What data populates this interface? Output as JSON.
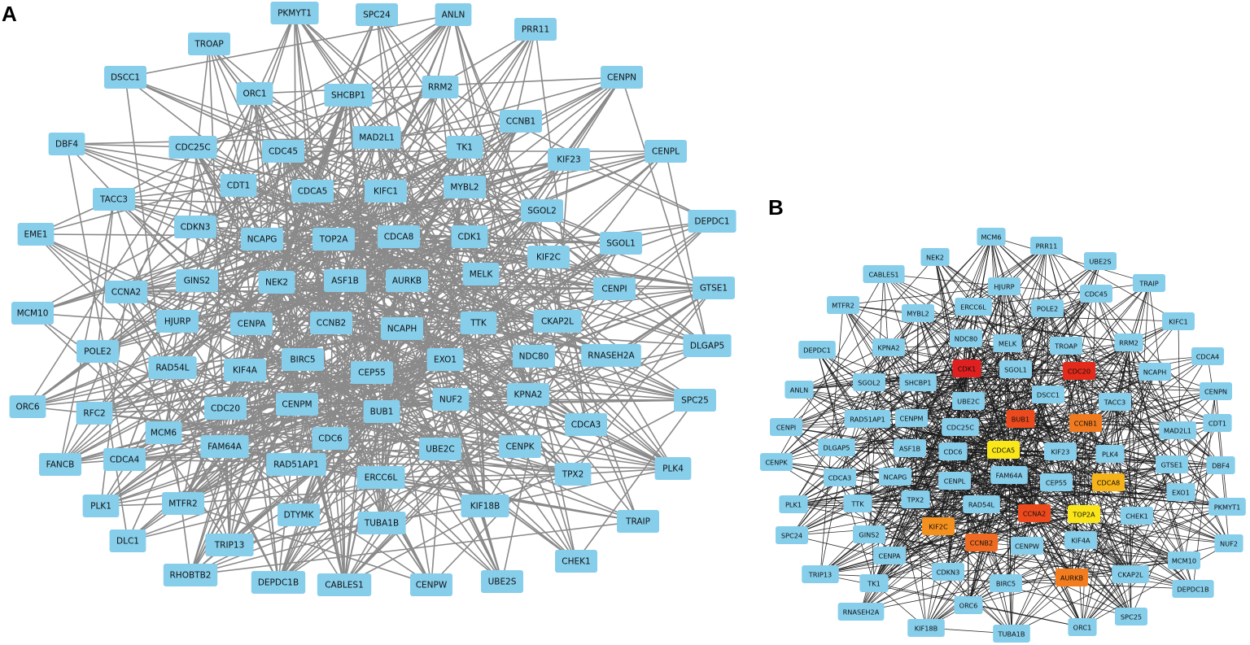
{
  "panels": [
    {
      "label": "A",
      "node_color": "#87CEEB",
      "edge_color": "#8a8a8a",
      "nodes": [
        "PKMYT1",
        "SPC24",
        "ANLN",
        "PRR11",
        "TROAP",
        "DSCC1",
        "ORC1",
        "SHCBP1",
        "RRM2",
        "CENPN",
        "CCNB1",
        "MAD2L1",
        "DBF4",
        "CDC25C",
        "CDC45",
        "TK1",
        "CENPL",
        "KIF23",
        "CDT1",
        "CDCA5",
        "KIFC1",
        "MYBL2",
        "TACC3",
        "SGOL2",
        "DEPDC1",
        "EME1",
        "CDKN3",
        "NCAPG",
        "TOP2A",
        "CDCA8",
        "CDK1",
        "SGOL1",
        "KIF2C",
        "GINS2",
        "NEK2",
        "ASF1B",
        "AURKB",
        "MELK",
        "CCNA2",
        "GTSE1",
        "CENPI",
        "MCM10",
        "HJURP",
        "CENPA",
        "CCNB2",
        "NCAPH",
        "TTK",
        "CKAP2L",
        "DLGAP5",
        "POLE2",
        "RNASEH2A",
        "NDC80",
        "RAD54L",
        "KIF4A",
        "BIRC5",
        "CEP55",
        "EXO1",
        "ORC6",
        "SPC25",
        "RFC2",
        "CENPM",
        "NUF2",
        "KPNA2",
        "BUB1",
        "CDC20",
        "CDCA3",
        "MCM6",
        "FAM64A",
        "CDC6",
        "UBE2C",
        "CENPK",
        "FANCB",
        "CDCA4",
        "PLK4",
        "RAD51AP1",
        "TPX2",
        "ERCC6L",
        "PLK1",
        "MTFR2",
        "KIF18B",
        "TRAIP",
        "DTYMK",
        "TUBA1B",
        "DLC1",
        "TRIP13",
        "CHEK1",
        "RHOBTB2",
        "DEPDC1B",
        "CABLES1",
        "CENPW",
        "UBE2S"
      ]
    },
    {
      "label": "B",
      "node_color": "#87CEEB",
      "edge_color": "#1a1a1a",
      "hub_colors": {
        "CDK1": "#e02020",
        "CDC20": "#e42a1a",
        "BUB1": "#ea4a1e",
        "CCNA2": "#ec4a1c",
        "CCNB2": "#ef6a22",
        "CCNB1": "#f07a1f",
        "AURKB": "#f27c1e",
        "KIF2C": "#f4901e",
        "CDCA8": "#f7b41a",
        "CDCA5": "#fae71a",
        "TOP2A": "#fae41a"
      },
      "nodes": [
        "MCM6",
        "NEK2",
        "PRR11",
        "UBE2S",
        "CABLES1",
        "TRAIP",
        "HJURP",
        "CDC45",
        "KIFC1",
        "MTFR2",
        "MYBL2",
        "ERCC6L",
        "POLE2",
        "NDC80",
        "MELK",
        "TROAP",
        "RRM2",
        "DEPDC1",
        "KPNA2",
        "CDCA4",
        "CDK1",
        "SGOL1",
        "CDC20",
        "NCAPH",
        "SGOL2",
        "SHCBP1",
        "ANLN",
        "DSCC1",
        "CENPN",
        "UBE2C",
        "TACC3",
        "RAD51AP1",
        "CENPM",
        "BUB1",
        "CCNB1",
        "CDT1",
        "CENPI",
        "CDC25C",
        "MAD2L1",
        "DLGAP5",
        "ASF1B",
        "CDC6",
        "CDCA5",
        "KIF23",
        "PLK4",
        "CENPK",
        "FAM64A",
        "GTSE1",
        "DBF4",
        "CDCA3",
        "NCAPG",
        "CENPL",
        "CEP55",
        "CDCA8",
        "EXO1",
        "PLK1",
        "TTK",
        "TPX2",
        "RAD54L",
        "CCNA2",
        "TOP2A",
        "CHEK1",
        "PKMYT1",
        "SPC24",
        "GINS2",
        "KIF2C",
        "KIF4A",
        "NUF2",
        "CCNB2",
        "CENPW",
        "TRIP13",
        "CENPA",
        "CDKN3",
        "AURKB",
        "CKAP2L",
        "MCM10",
        "TK1",
        "BIRC5",
        "DEPDC1B",
        "RNASEH2A",
        "ORC6",
        "SPC25",
        "KIF18B",
        "TUBA1B",
        "ORC1"
      ]
    }
  ]
}
